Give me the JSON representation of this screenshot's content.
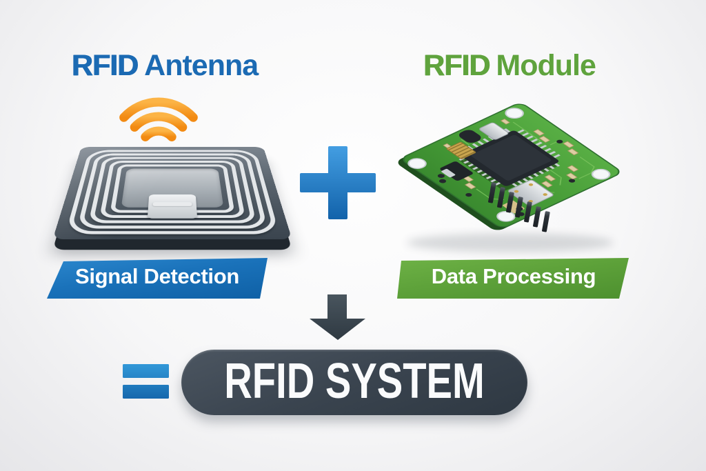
{
  "infographic": {
    "kind": "rfid-system-equation-diagram",
    "colors": {
      "title_blue": "#1b6ab3",
      "title_green": "#5fa33d",
      "banner_blue": "#1a72ba",
      "banner_green": "#5ea23a",
      "operator_blue": "#2380c4",
      "slate_dark": "#39434e",
      "signal_orange": "#f6921e",
      "pcb_green": "#4a9c3a"
    }
  },
  "antenna_section": {
    "title_brand": "RFID",
    "title_rest": "Antenna",
    "banner_label": "Signal Detection",
    "illustration": "rfid-antenna-coil-pad",
    "signal_icon": "wifi-signal-icon"
  },
  "module_section": {
    "title_brand": "RFID",
    "title_rest": "Module",
    "banner_label": "Data Processing",
    "illustration": "rfid-module-circuit-board"
  },
  "operators": {
    "plus_icon": "plus-icon",
    "arrow_icon": "arrow-down-icon",
    "equals_icon": "equals-icon"
  },
  "result": {
    "label": "RFID SYSTEM"
  }
}
